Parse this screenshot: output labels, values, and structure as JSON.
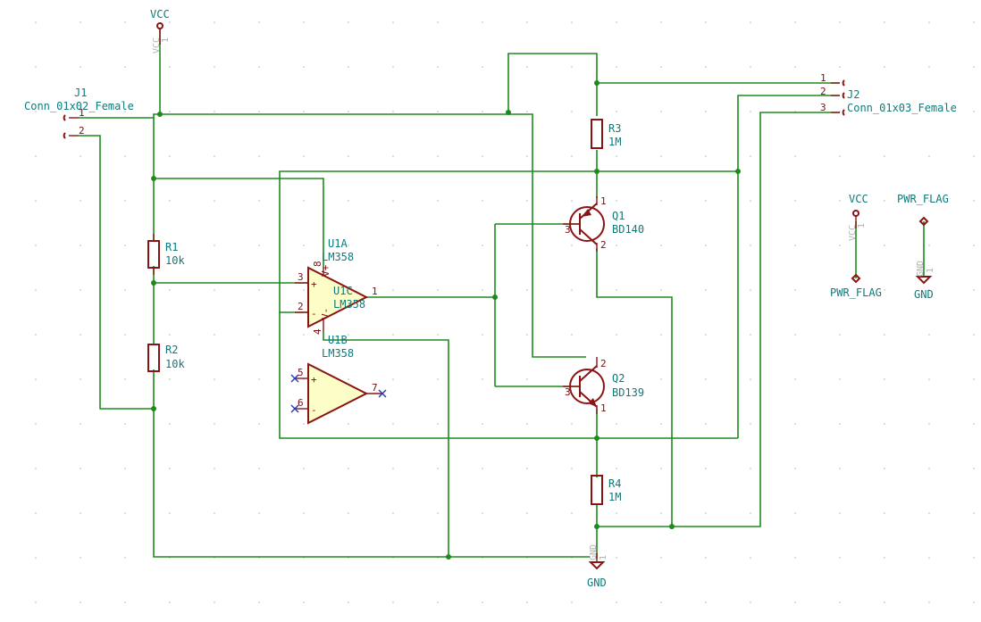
{
  "net_labels": {
    "vcc": "VCC",
    "gnd": "GND",
    "pwr_flag": "PWR_FLAG",
    "vcc_hidden": "VCC",
    "gnd_hidden": "GND",
    "pin_one": "1"
  },
  "j1": {
    "ref": "J1",
    "value": "Conn_01x02_Female",
    "pins": [
      "1",
      "2"
    ]
  },
  "j2": {
    "ref": "J2",
    "value": "Conn_01x03_Female",
    "pins": [
      "1",
      "2",
      "3"
    ]
  },
  "r1": {
    "ref": "R1",
    "value": "10k"
  },
  "r2": {
    "ref": "R2",
    "value": "10k"
  },
  "r3": {
    "ref": "R3",
    "value": "1M"
  },
  "r4": {
    "ref": "R4",
    "value": "1M"
  },
  "q1": {
    "ref": "Q1",
    "value": "BD140",
    "pins": [
      "1",
      "2",
      "3"
    ]
  },
  "q2": {
    "ref": "Q2",
    "value": "BD139",
    "pins": [
      "2",
      "1",
      "3"
    ]
  },
  "u1a": {
    "ref": "U1A",
    "value": "LM358",
    "pins": [
      "3",
      "2",
      "1"
    ],
    "plus": "+",
    "minus": "-"
  },
  "u1b": {
    "ref": "U1B",
    "value": "LM358",
    "pins": [
      "5",
      "6",
      "7"
    ],
    "plus": "+",
    "minus": "-"
  },
  "u1c": {
    "ref": "U1C",
    "value": "LM358",
    "pins": [
      "8",
      "4"
    ],
    "vplus": "V+",
    "vminus": "V-"
  },
  "colors": {
    "wire": "#1e8a1e",
    "component": "#8a1414",
    "label": "#0f7a7a",
    "body_fill": "#fdfdc8"
  }
}
